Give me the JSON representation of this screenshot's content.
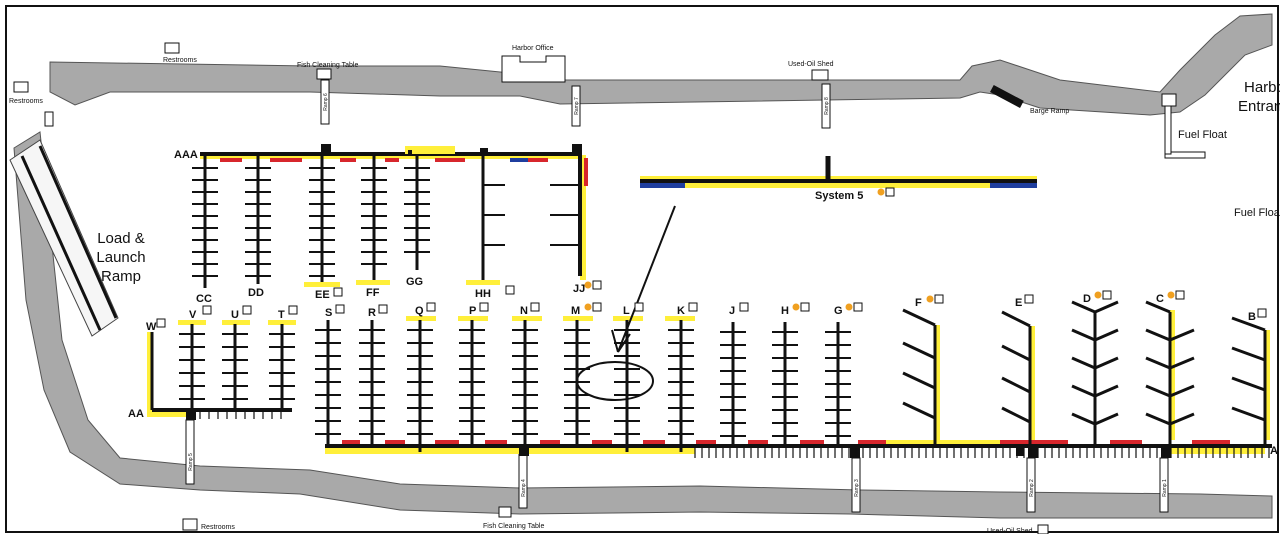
{
  "facilities": {
    "restrooms": "Restrooms",
    "fish_cleaning_table": "Fish Cleaning Table",
    "harbor_office": "Harbor Office",
    "used_oil_shed": "Used-Oil Shed",
    "barge_ramp": "Barge Ramp",
    "fuel_float": "Fuel Float",
    "harbor_entrance_1": "Harbo",
    "harbor_entrance_2": "Entran",
    "fuel_float_2": "Fuel Floa",
    "load_launch_1": "Load &",
    "load_launch_2": "Launch",
    "load_launch_3": "Ramp",
    "system5": "System 5"
  },
  "ramps": {
    "r1": "Ramp 1",
    "r2": "Ramp 2",
    "r3": "Ramp 3",
    "r4": "Ramp 4",
    "r5": "Ramp 5",
    "r6": "Ramp 6",
    "r7": "Ramp 7",
    "r8": "Ramp 8"
  },
  "docks": {
    "aaa": "AAA",
    "aa": "AA",
    "a": "A",
    "cc": "CC",
    "dd": "DD",
    "ee": "EE",
    "ff": "FF",
    "gg": "GG",
    "hh": "HH",
    "jj": "JJ",
    "w": "W",
    "v": "V",
    "u": "U",
    "t": "T",
    "s": "S",
    "r": "R",
    "q": "Q",
    "p": "P",
    "n": "N",
    "m": "M",
    "l": "L",
    "k": "K",
    "j": "J",
    "h": "H",
    "g": "G",
    "f": "F",
    "e": "E",
    "d": "D",
    "c": "C",
    "b": "B"
  },
  "colors": {
    "shore": "#a9a9a9",
    "dock": "#111111",
    "available": "#ffef3a",
    "reserved": "#d7262c",
    "transient": "#1f3e9e",
    "fuel_icon": "#f0a020",
    "annotation": "#111111"
  }
}
